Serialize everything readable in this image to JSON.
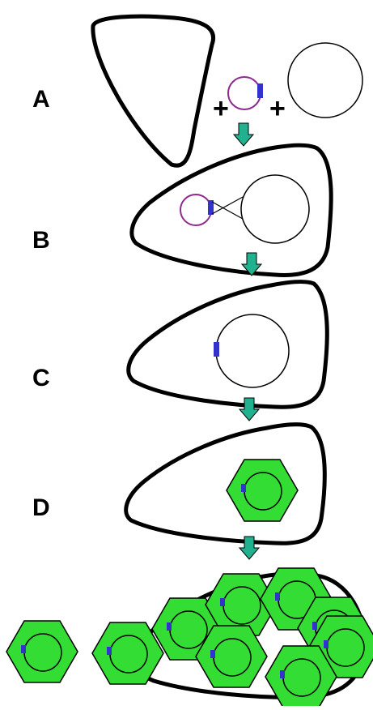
{
  "steps": {
    "a": "A",
    "b": "B",
    "c": "C",
    "d": "D"
  },
  "operators": {
    "plus": "+"
  },
  "colors": {
    "outline": "#000000",
    "plasmid": "#8e2a8e",
    "insert": "#3333cc",
    "arrow": "#20b28f",
    "capsid": "#33dd33"
  },
  "icons": {
    "cell": "teardrop-cell",
    "plasmid": "circular-plasmid",
    "chromosome": "circular-chromosome",
    "arrow": "down-arrow",
    "phage": "hexagonal-phage"
  }
}
